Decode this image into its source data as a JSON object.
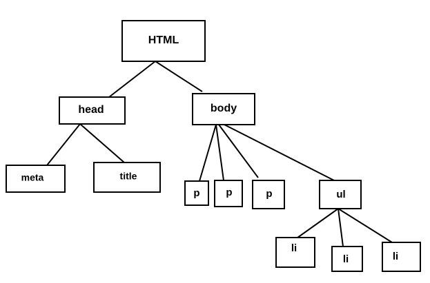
{
  "nodes": {
    "html": "HTML",
    "head": "head",
    "body": "body",
    "meta": "meta",
    "title": "title",
    "p1": "p",
    "p2": "p",
    "p3": "p",
    "ul": "ul",
    "li1": "li",
    "li2": "li",
    "li3": "li"
  },
  "edges": [
    [
      "html",
      "head"
    ],
    [
      "html",
      "body"
    ],
    [
      "head",
      "meta"
    ],
    [
      "head",
      "title"
    ],
    [
      "body",
      "p1"
    ],
    [
      "body",
      "p2"
    ],
    [
      "body",
      "p3"
    ],
    [
      "body",
      "ul"
    ],
    [
      "ul",
      "li1"
    ],
    [
      "ul",
      "li2"
    ],
    [
      "ul",
      "li3"
    ]
  ]
}
